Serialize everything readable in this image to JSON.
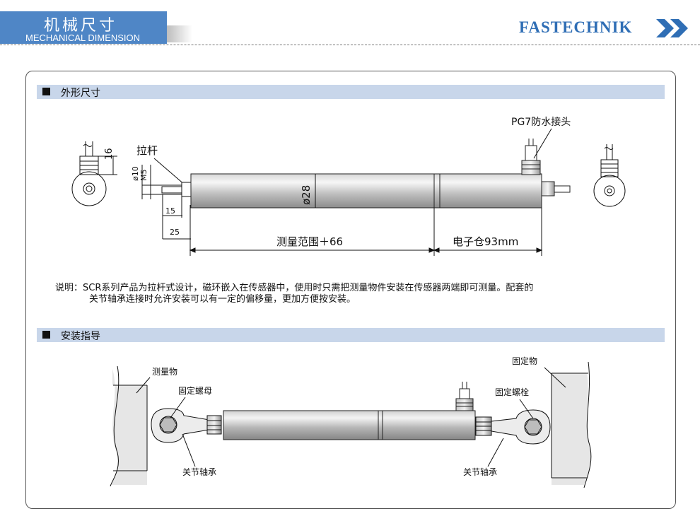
{
  "header": {
    "title": "机械尺寸",
    "subtitle": "MECHANICAL DIMENSION",
    "brand": "FASTECHNIK",
    "accent_color": "#4f86c6",
    "brand_color": "#2f6eb5"
  },
  "sections": {
    "outline": {
      "label": "外形尺寸"
    },
    "install": {
      "label": "安装指导"
    }
  },
  "drawing": {
    "pull_rod_label": "拉杆",
    "connector_label": "PG7防水接头",
    "dim_16": "16",
    "dim_d10": "ø10",
    "dim_m5": "M5",
    "dim_d28": "ø28",
    "dim_15": "15",
    "dim_25": "25",
    "range_label": "测量范围＋66",
    "electronics_label": "电子仓93mm"
  },
  "description": {
    "line1": "说明：SCR系列产品为拉杆式设计，磁环嵌入在传感器中，使用时只需把测量物件安装在传感器两端即可测量。配套的",
    "line2": "关节轴承连接时允许安装可以有一定的偏移量，更加方便按安装。"
  },
  "install": {
    "measured_object": "测量物",
    "fixed_nut": "固定螺母",
    "joint_bearing_left": "关节轴承",
    "fixed_object": "固定物",
    "fixed_bolt": "固定螺栓",
    "joint_bearing_right": "关节轴承"
  }
}
